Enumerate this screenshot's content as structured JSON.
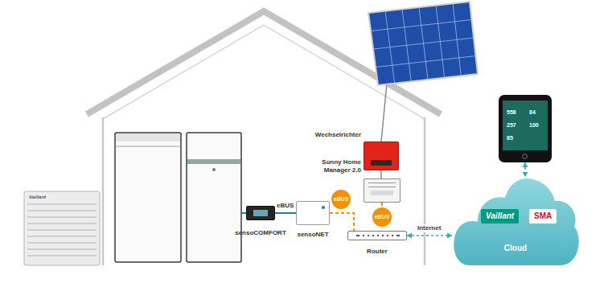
{
  "diagram": {
    "nodes": [
      {
        "text": [
          "Wechselrichter"
        ]
      },
      {
        "text": [
          "Sunny Home Manager 2.0"
        ]
      },
      {
        "text": [
          "sensoCOMFORT"
        ]
      },
      {
        "text": [
          "sensoNET"
        ]
      },
      {
        "text": [
          "Router"
        ]
      },
      {
        "text": [
          "Vaillant",
          "SMA",
          "Cloud"
        ]
      },
      {
        "text": [
          "558",
          "84",
          "257",
          "100",
          "85"
        ]
      }
    ],
    "edges": [
      {
        "from": 0,
        "to": 1,
        "arrow": "none"
      },
      {
        "from": 2,
        "to": 3,
        "label": "eBUS",
        "arrow": "none"
      },
      {
        "from": 3,
        "to": 4,
        "arrow": "none"
      },
      {
        "from": 1,
        "to": 4,
        "arrow": "none"
      },
      {
        "from": 4,
        "to": 5,
        "label": "Internet",
        "arrow": "both"
      },
      {
        "from": 6,
        "to": 5,
        "arrow": "both"
      }
    ],
    "labels": [
      "Vaillant",
      "eBUS",
      "eBUS"
    ]
  }
}
